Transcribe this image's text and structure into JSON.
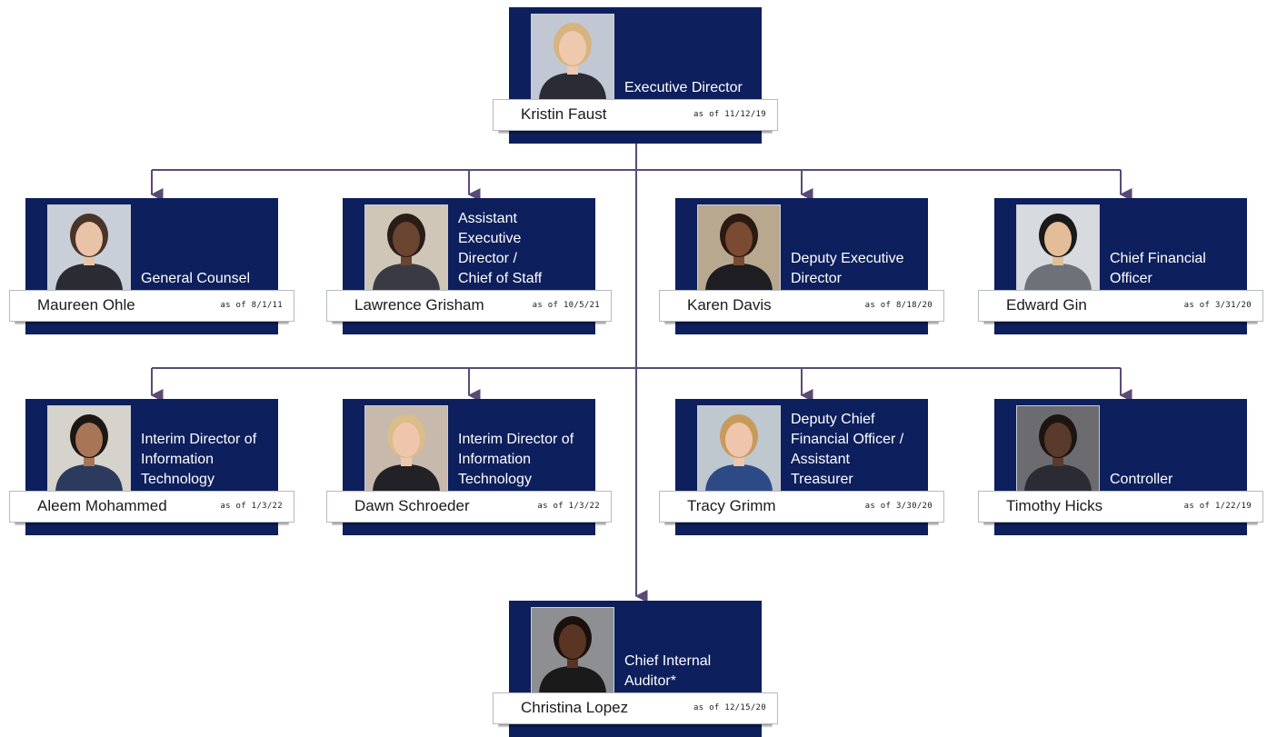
{
  "org_chart": {
    "top": {
      "name": "Kristin Faust",
      "title": "Executive Director",
      "as_of": "as of 11/12/19",
      "photo": {
        "skin": "#efc9ae",
        "hair": "#d7b382",
        "clothes": "#2b2b36",
        "bg": "#c2c8d3"
      }
    },
    "row1": [
      {
        "name": "Maureen Ohle",
        "title": "General Counsel",
        "as_of": "as of 8/1/11",
        "photo": {
          "skin": "#e8c3a8",
          "hair": "#4a3428",
          "clothes": "#2b2b33",
          "bg": "#c9cfd8"
        }
      },
      {
        "name": "Lawrence Grisham",
        "title": "Assistant\nExecutive\nDirector /\nChief of Staff",
        "as_of": "as of 10/5/21",
        "photo": {
          "skin": "#6b4432",
          "hair": "#2a1d17",
          "clothes": "#3a3a44",
          "bg": "#cfc6b8"
        }
      },
      {
        "name": "Karen Davis",
        "title": "Deputy Executive\nDirector",
        "as_of": "as of 8/18/20",
        "photo": {
          "skin": "#7a4a33",
          "hair": "#2b1a12",
          "clothes": "#1d1d22",
          "bg": "#b9a890"
        }
      },
      {
        "name": "Edward Gin",
        "title": "Chief Financial\nOfficer",
        "as_of": "as of 3/31/20",
        "photo": {
          "skin": "#e2bd98",
          "hair": "#1a1a1a",
          "clothes": "#6d7178",
          "bg": "#d7dade"
        }
      }
    ],
    "row2": [
      {
        "name": "Aleem Mohammed",
        "title": "Interim Director of\nInformation\nTechnology",
        "as_of": "as of 1/3/22",
        "photo": {
          "skin": "#a87656",
          "hair": "#1c1714",
          "clothes": "#2c3a5e",
          "bg": "#d6d3cc"
        }
      },
      {
        "name": "Dawn Schroeder",
        "title": "Interim Director of\nInformation\nTechnology",
        "as_of": "as of 1/3/22",
        "photo": {
          "skin": "#efc6ac",
          "hair": "#d9bd8a",
          "clothes": "#222226",
          "bg": "#c8b9ad"
        }
      },
      {
        "name": "Tracy Grimm",
        "title": "Deputy Chief\nFinancial Officer /\nAssistant\nTreasurer",
        "as_of": "as of 3/30/20",
        "photo": {
          "skin": "#efc6ab",
          "hair": "#c79a5c",
          "clothes": "#2e4a86",
          "bg": "#bfc7cf"
        }
      },
      {
        "name": "Timothy Hicks",
        "title": "Controller",
        "as_of": "as of 1/22/19",
        "photo": {
          "skin": "#5a3a2a",
          "hair": "#1d1512",
          "clothes": "#2b2c33",
          "bg": "#6c6c70"
        }
      }
    ],
    "bottom": {
      "name": "Christina Lopez",
      "title": "Chief Internal\nAuditor*",
      "as_of": "as of 12/15/20",
      "photo": {
        "skin": "#5b3524",
        "hair": "#1a110d",
        "clothes": "#1a1a1a",
        "bg": "#8e8f92"
      }
    },
    "colors": {
      "card": "#0d1f5c",
      "connector": "#5b4a75",
      "banner": "#ffffff"
    }
  }
}
